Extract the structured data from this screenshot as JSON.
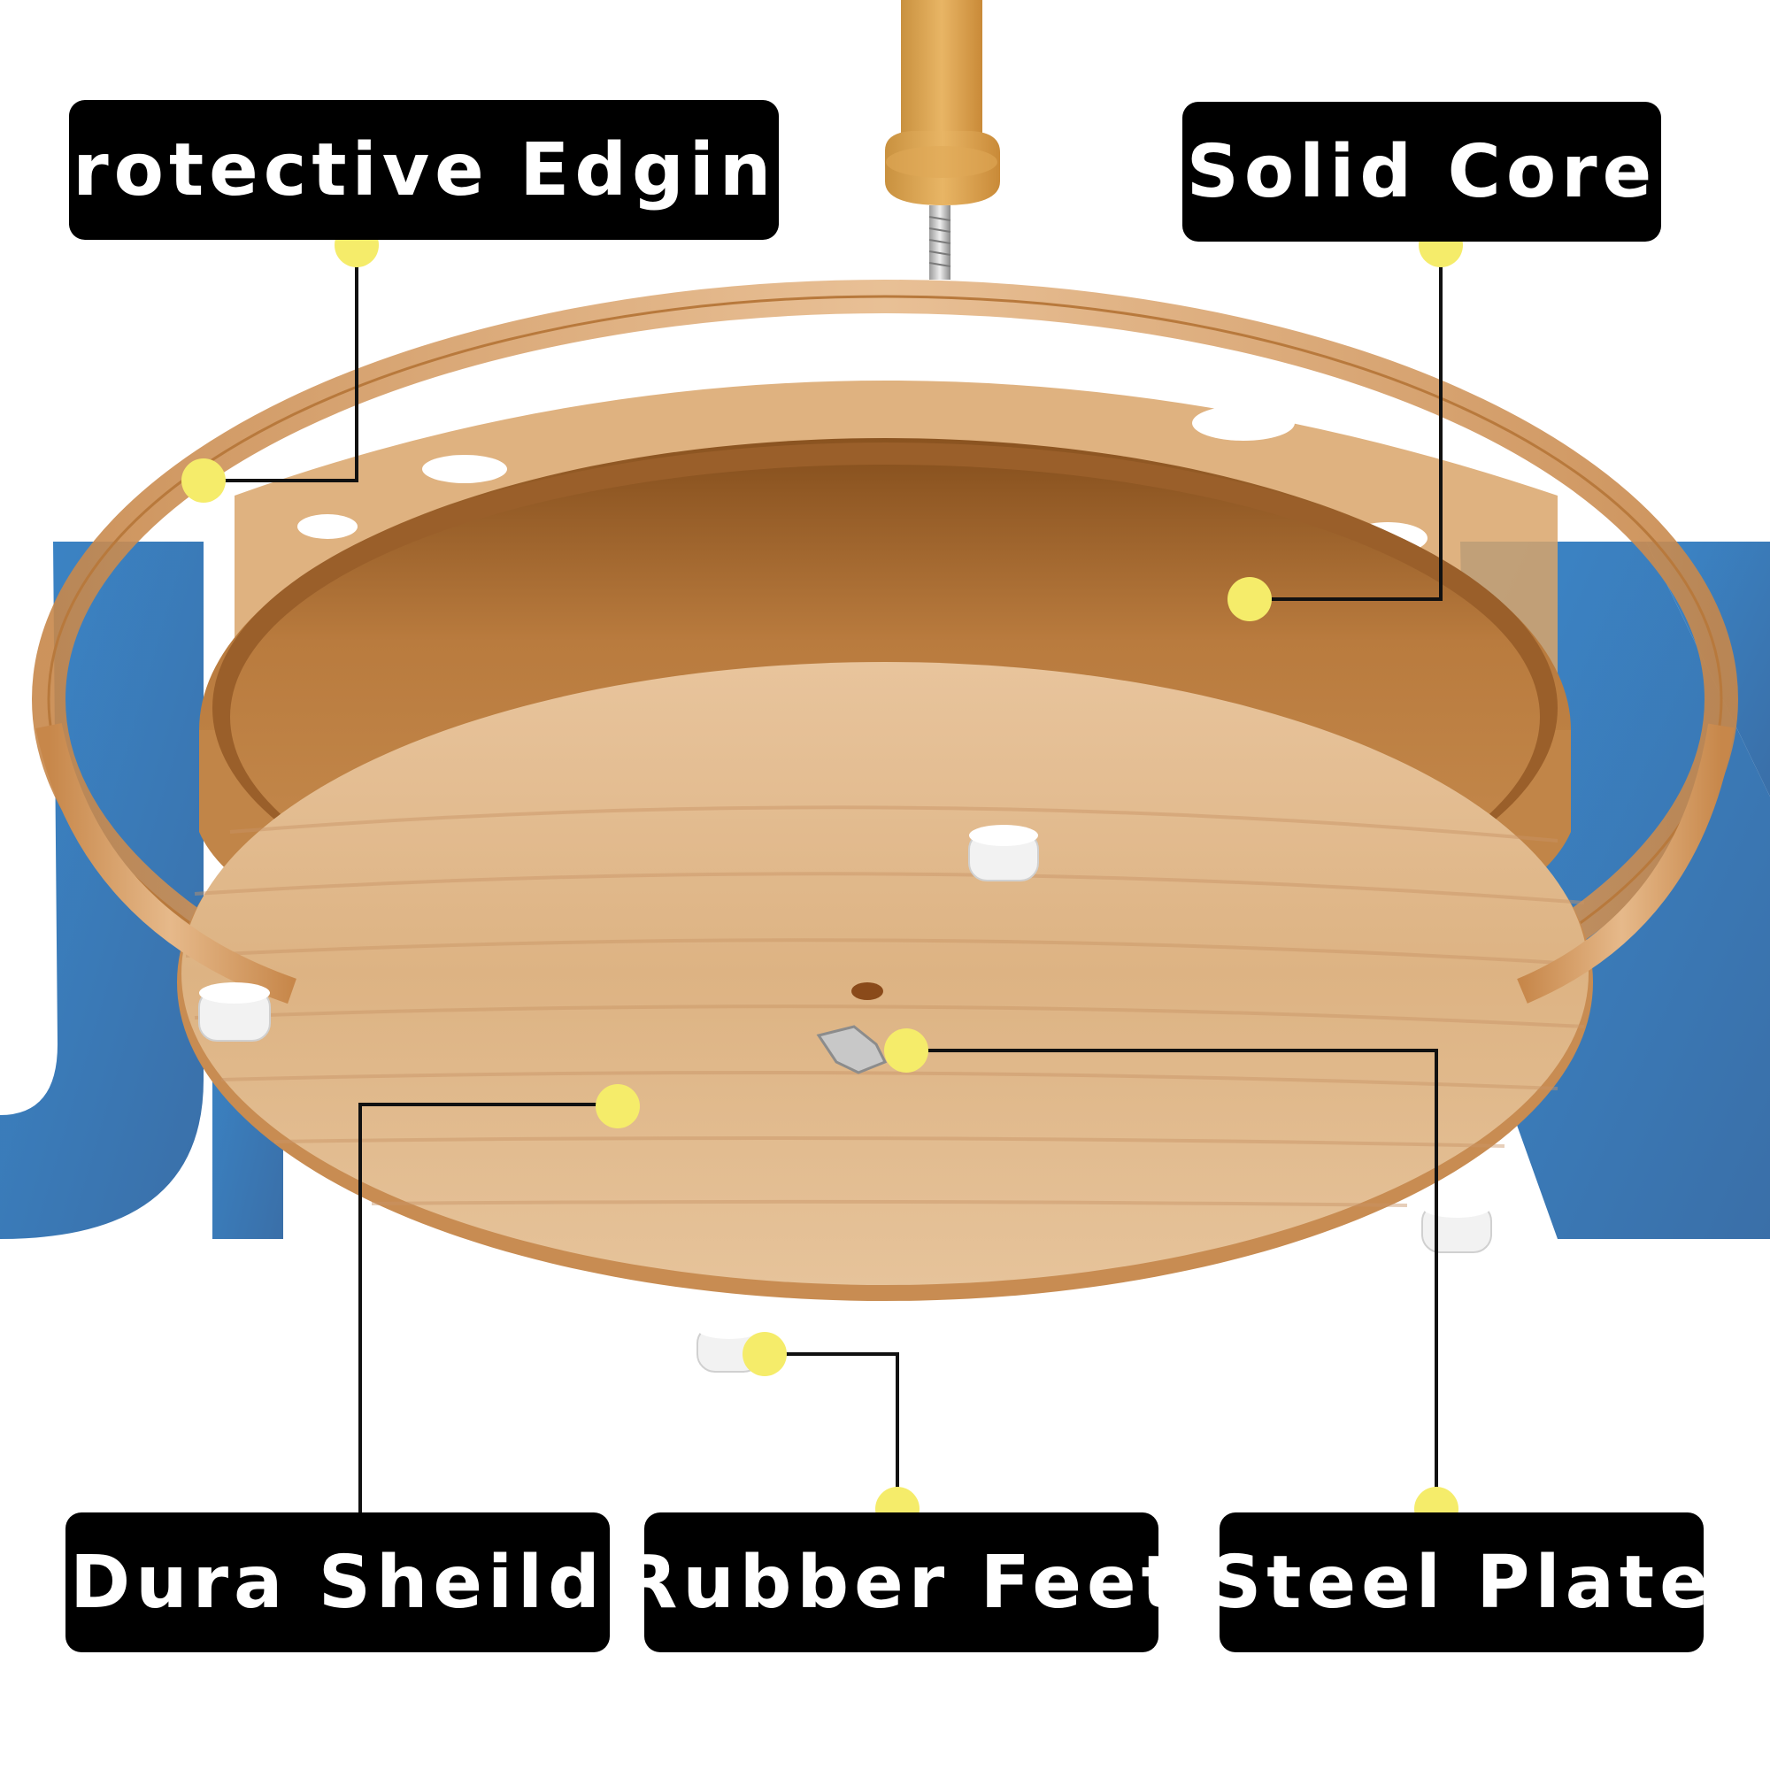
{
  "labels": {
    "protective_edging": "Protective Edging",
    "solid_core": "Solid Core",
    "dura_shield": "Dura Sheild",
    "rubber_feet": "Rubber Feet",
    "steel_plate": "Steel Plate"
  },
  "colors": {
    "background_letters": "#3a7fc1",
    "wood_light": "#e2b98a",
    "wood_edge": "#c8894a",
    "core_brown": "#b9773a",
    "pin_yellow": "#f5ec6a",
    "label_bg": "#000000",
    "label_text": "#ffffff",
    "rubber_foot": "#f2f2f2"
  }
}
